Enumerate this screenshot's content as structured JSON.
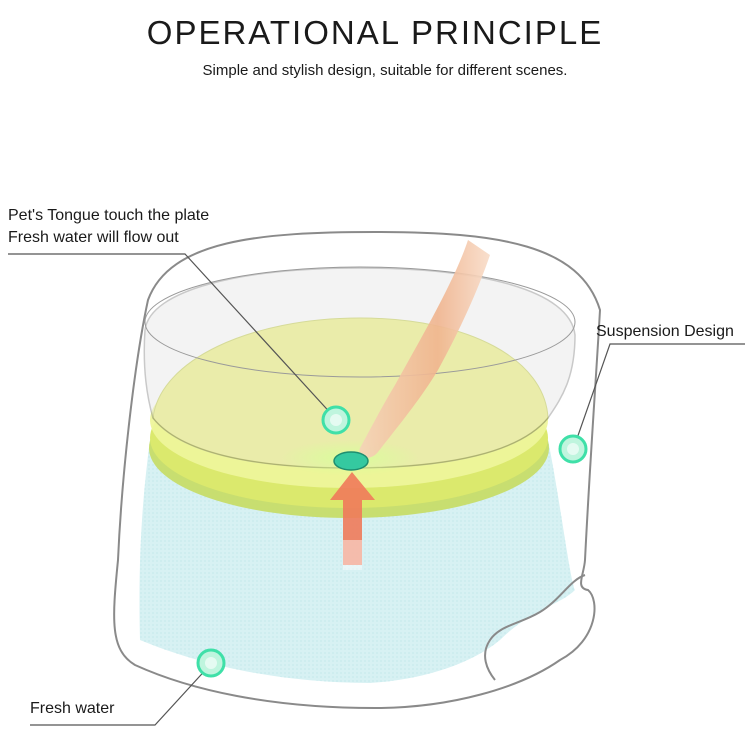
{
  "header": {
    "title": "OPERATIONAL PRINCIPLE",
    "subtitle": "Simple and stylish design, suitable for different scenes."
  },
  "callouts": {
    "tongue_line1": "Pet's Tongue touch the plate",
    "tongue_line2": "Fresh water will flow out",
    "suspension": "Suspension Design",
    "fresh_water": "Fresh water"
  },
  "colors": {
    "marker": "#3fe0a8",
    "plate": "#eef27a",
    "water": "#cdeef0",
    "arrow": "#f07a5a",
    "tongue": "#f2c6a4"
  }
}
